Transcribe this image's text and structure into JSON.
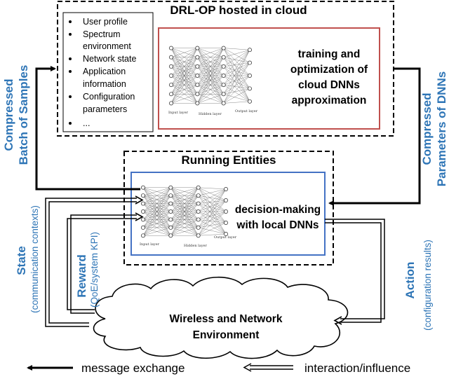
{
  "cloud_box": {
    "title": "DRL-OP hosted in cloud",
    "list_items": [
      "User profile",
      "Spectrum",
      "environment",
      "Network state",
      "Application",
      "information",
      "Configuration",
      "parameters",
      "..."
    ],
    "training_text": [
      "training and",
      "optimization of",
      "cloud DNNs",
      "approximation"
    ],
    "nn_labels": [
      "Input layer",
      "Hidden layer",
      "Output layer"
    ]
  },
  "running_box": {
    "title": "Running Entities",
    "decision_text": [
      "decision-making",
      "with local DNNs"
    ],
    "nn_labels": [
      "Input layer",
      "Hidden layer",
      "Output layer"
    ]
  },
  "environment": {
    "line1": "Wireless  and Network",
    "line2": "Environment"
  },
  "side_labels": {
    "left_top": [
      "Compressed",
      "Batch of Samples"
    ],
    "right_top": [
      "Compressed",
      "Parameters of DNNs"
    ],
    "state": "State",
    "state_sub": "(communication contexts)",
    "reward": "Reward",
    "reward_sub": "(QoE/system KPI)",
    "action": "Action",
    "action_sub": "(configuration results)"
  },
  "legend": {
    "message": "message exchange",
    "interaction": "interaction/influence"
  },
  "colors": {
    "accent_blue": "#2e75b6",
    "red_frame": "#c0504d",
    "blue_frame": "#4472c4"
  }
}
